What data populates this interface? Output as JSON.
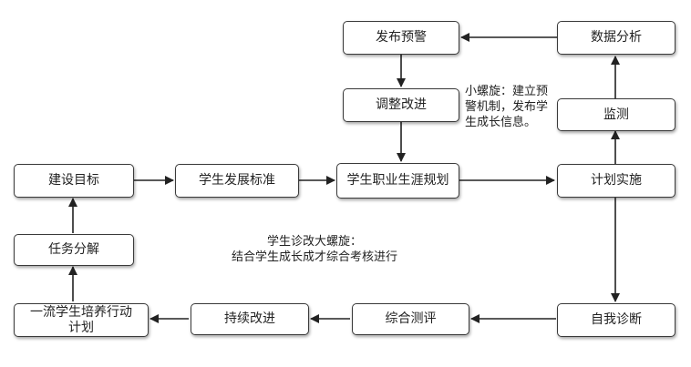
{
  "nodes": {
    "publish_warning": "发布预警",
    "data_analysis": "数据分析",
    "adjust_improve": "调整改进",
    "monitor": "监测",
    "build_goal": "建设目标",
    "student_standard": "学生发展标准",
    "career_plan": "学生职业生涯规划",
    "plan_implement": "计划实施",
    "task_decompose": "任务分解",
    "action_plan": "一流学生培养行动计划",
    "continuous_improve": "持续改进",
    "comprehensive_eval": "综合测评",
    "self_diagnosis": "自我诊断"
  },
  "notes": {
    "small_spiral_line1": "小螺旋：建立预",
    "small_spiral_line2": "警机制，发布学",
    "small_spiral_line3": "生成长信息。",
    "big_spiral_line1": "学生诊改大螺旋：",
    "big_spiral_line2": "结合学生成长成才综合考核进行"
  }
}
